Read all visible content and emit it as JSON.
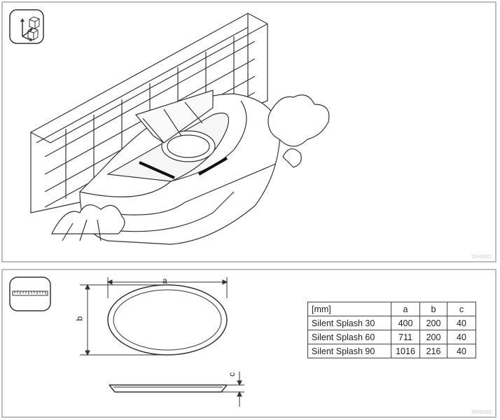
{
  "figure1": {
    "code": "SSH0001",
    "icon": "isometric-view-icon"
  },
  "figure2": {
    "code": "SSH0002",
    "icon": "ruler-icon",
    "labels": {
      "a": "a",
      "b": "b",
      "c": "c"
    },
    "table": {
      "headers": [
        "[mm]",
        "a",
        "b",
        "c"
      ],
      "rows": [
        [
          "Silent Splash 30",
          "400",
          "200",
          "40"
        ],
        [
          "Silent Splash 60",
          "711",
          "200",
          "40"
        ],
        [
          "Silent Splash 90",
          "1016",
          "216",
          "40"
        ]
      ]
    }
  }
}
